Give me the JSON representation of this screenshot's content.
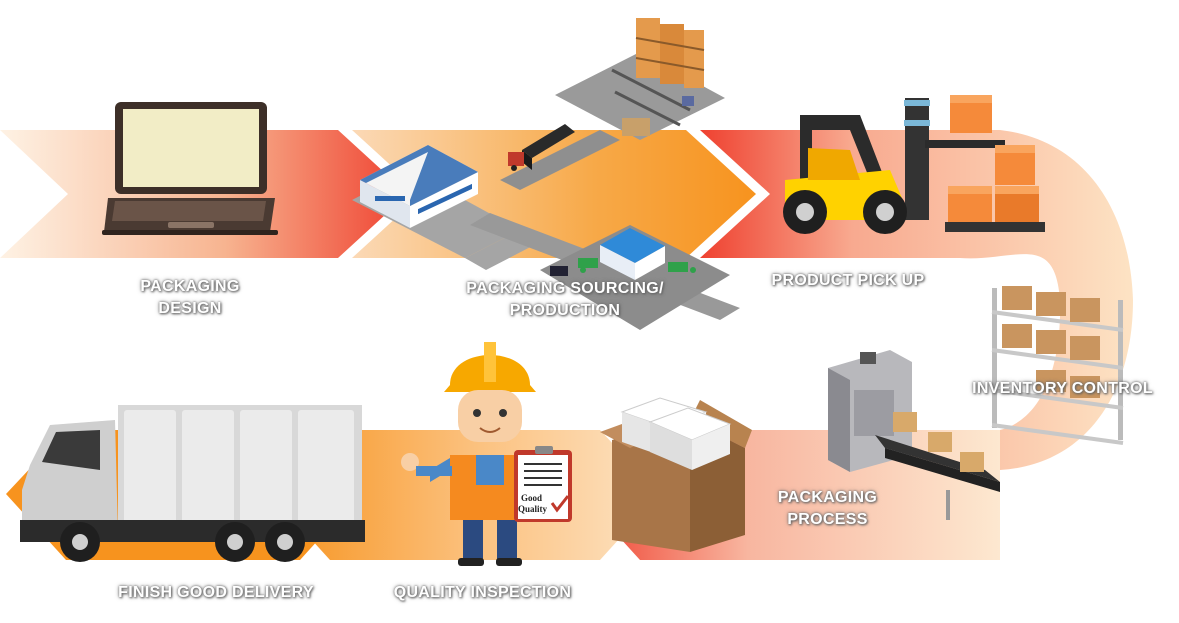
{
  "stages": [
    {
      "id": "design",
      "lines": [
        "PACKAGING",
        "DESIGN"
      ]
    },
    {
      "id": "sourcing",
      "lines": [
        "PACKAGING SOURCING/",
        "PRODUCTION"
      ]
    },
    {
      "id": "pickup",
      "lines": [
        "PRODUCT PICK UP"
      ]
    },
    {
      "id": "inventory",
      "lines": [
        "INVENTORY CONTROL"
      ]
    },
    {
      "id": "process",
      "lines": [
        "PACKAGING",
        "PROCESS"
      ]
    },
    {
      "id": "inspection",
      "lines": [
        "QUALITY INSPECTION"
      ]
    },
    {
      "id": "delivery",
      "lines": [
        "FINISH GOOD DELIVERY"
      ]
    }
  ],
  "clipboard": {
    "line1": "Good",
    "line2": "Quality"
  },
  "colors": {
    "arrow_red": "#ef4130",
    "arrow_orange": "#f7931e",
    "arrow_light": "#fde3c4",
    "box_orange": "#f58a3a",
    "cardboard": "#b5835a",
    "forklift_yellow": "#ffd200",
    "helmet": "#f7a800"
  }
}
